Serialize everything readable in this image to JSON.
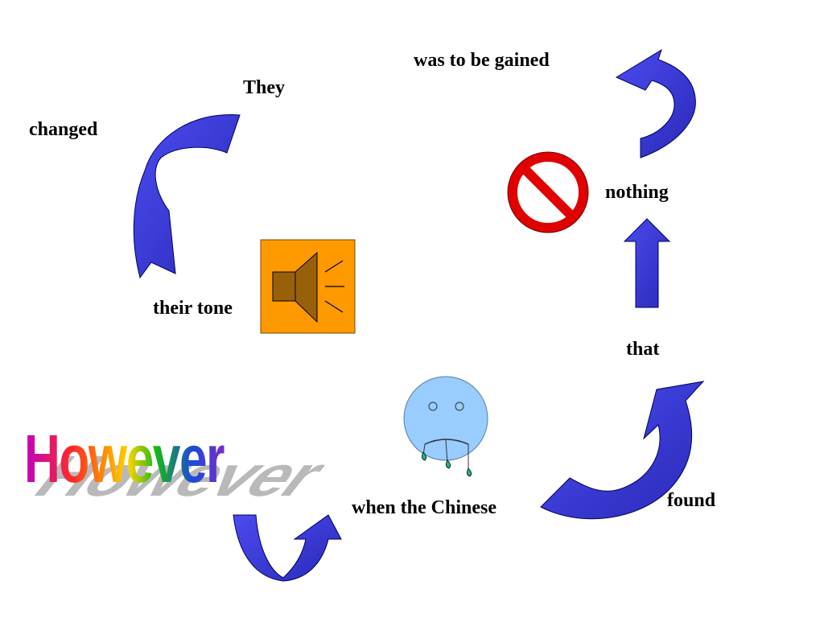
{
  "labels": {
    "they": "They",
    "changed": "changed",
    "their_tone": "their tone",
    "was_to_be_gained": "was to be gained",
    "nothing": "nothing",
    "that": "that",
    "found": "found",
    "when_the_chinese": "when the Chinese"
  },
  "wordart": {
    "text": "However"
  },
  "colors": {
    "arrow_fill": "#3a3ad6",
    "arrow_stroke": "#000080",
    "speaker_bg": "#ff9900",
    "speaker_body": "#99600a",
    "no_sign": "#e00000",
    "face_fill": "#99ccff"
  },
  "icons": {
    "speaker": "speaker-icon",
    "no_sign": "prohibition-icon",
    "face": "sad-face-icon"
  }
}
